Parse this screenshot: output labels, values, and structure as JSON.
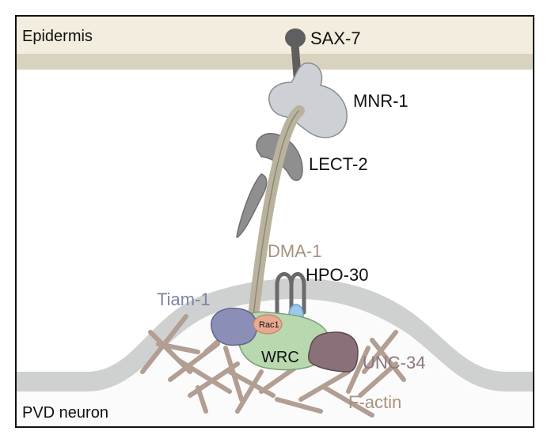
{
  "labels": {
    "epidermis": "Epidermis",
    "sax7": "SAX-7",
    "mnr1": "MNR-1",
    "lect2": "LECT-2",
    "dma1": "DMA-1",
    "hpo30": "HPO-30",
    "tiam1": "Tiam-1",
    "rac1": "Rac1",
    "wrc": "WRC",
    "unc34": "UNC-34",
    "pvd": "PVD neuron",
    "factin": "F-actin"
  },
  "colors": {
    "epidermis_band": "#ece6d3",
    "epidermis_shadow": "#d7d0bc",
    "membrane": "#cfcfcf",
    "sax7": "#5f5f5f",
    "mnr1": "#c9ccd0",
    "lect2": "#8b8b8b",
    "dma1": "#b9b39e",
    "tiam1": "#8b8fb8",
    "rac1": "#e7a98f",
    "wrc": "#b8d8b0",
    "unc34": "#8a7078",
    "hpo30_blue": "#9ec8ea",
    "factin": "#b29e92",
    "label_tan": "#a8927f",
    "label_purple": "#7f82a8",
    "label_mauve": "#8c7680"
  }
}
